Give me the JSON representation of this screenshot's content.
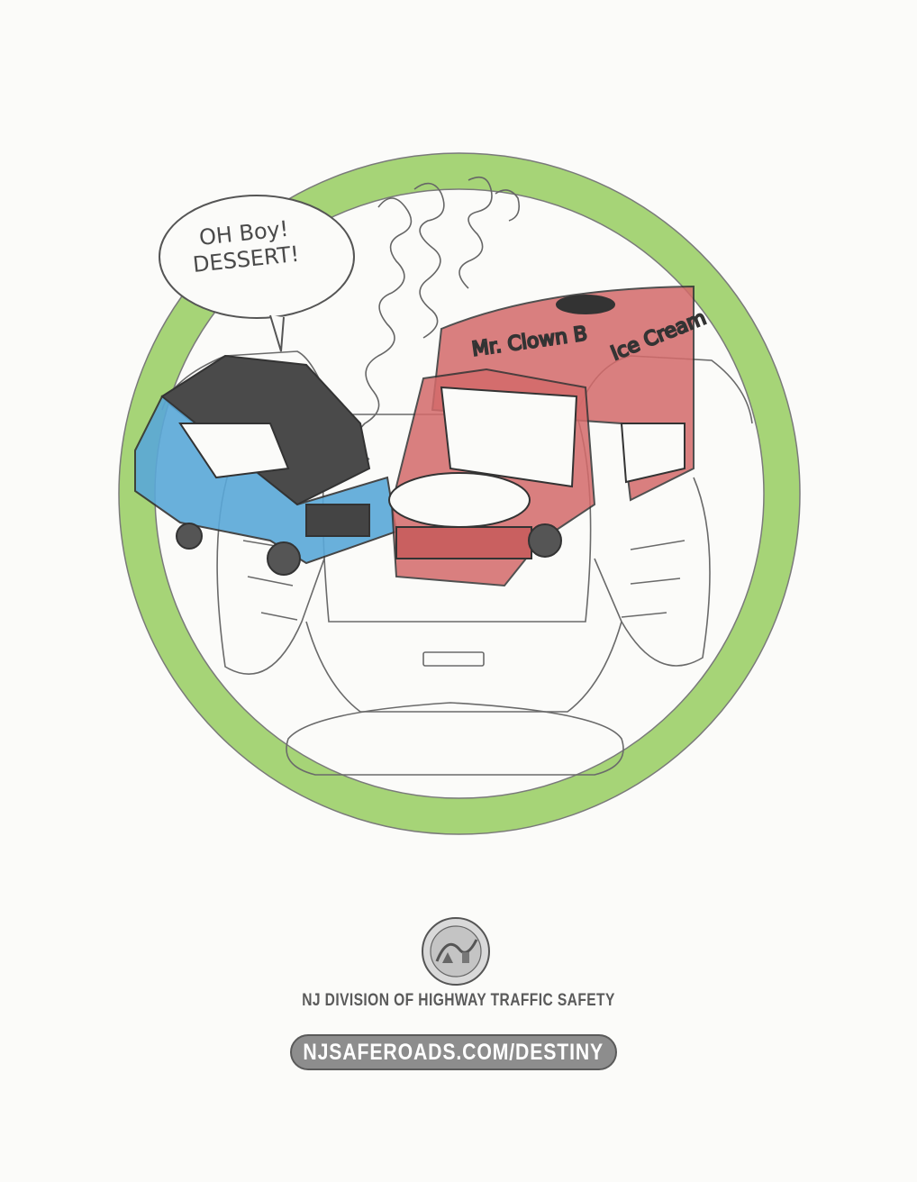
{
  "drawing": {
    "speech_bubble": {
      "line1": "OH Boy!",
      "line2": "DESSERT!"
    },
    "truck_sign": "Mr. Clown B",
    "truck_side_sign": "Ice Cream",
    "steering_wheel_color": "#9ccf68",
    "car_color": "#5aa8d8",
    "truck_color": "#d46a6a"
  },
  "footer": {
    "seal_icon": "nj-highway-traffic-safety-seal-icon",
    "organization": "NJ DIVISION OF HIGHWAY TRAFFIC SAFETY",
    "url": "NJSAFEROADS.COM/DESTINY"
  }
}
